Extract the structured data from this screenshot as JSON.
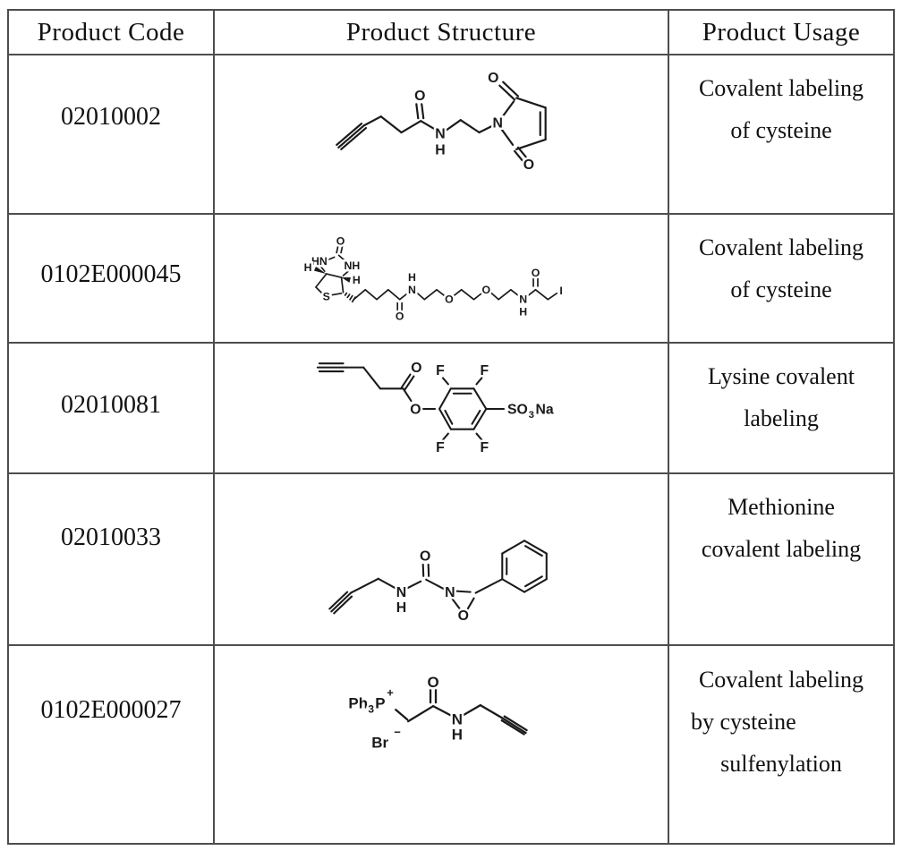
{
  "header": {
    "col1": "Product Code",
    "col2": "Product Structure",
    "col3": "Product Usage"
  },
  "rows": [
    {
      "code": "02010002",
      "usage": [
        "Covalent labeling",
        "of cysteine"
      ]
    },
    {
      "code": "0102E000045",
      "usage": [
        "Covalent labeling",
        "of cysteine"
      ]
    },
    {
      "code": "02010081",
      "usage": [
        "Lysine covalent",
        "labeling"
      ]
    },
    {
      "code": "02010033",
      "usage": [
        "Methionine",
        "covalent labeling"
      ]
    },
    {
      "code": "0102E000027",
      "usage": [
        "Covalent labeling",
        "by cysteine",
        "sulfenylation"
      ]
    }
  ],
  "chem": {
    "O": "O",
    "N": "N",
    "H": "H",
    "S": "S",
    "F": "F",
    "I": "I",
    "HN": "HN",
    "NH": "NH",
    "Br": "Br",
    "Ph": "Ph",
    "P": "P",
    "three": "3",
    "plus": "+",
    "minus": "−",
    "SO": "SO",
    "Na": "Na"
  },
  "colors": {
    "background": "#ffffff",
    "border": "#4d4d4d",
    "text": "#111111",
    "bond": "#1a1a1a"
  }
}
